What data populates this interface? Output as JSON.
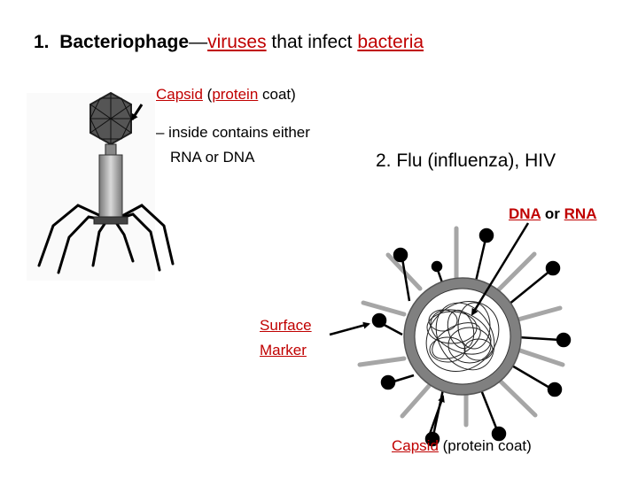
{
  "title": {
    "number": "1.",
    "word": "Bacteriophage",
    "dash": "—",
    "viruses": "viruses",
    "middle": " that infect ",
    "bacteria": "bacteria"
  },
  "capsid_label": {
    "capsid": "Capsid",
    "open": " (",
    "protein": "protein",
    "close": " coat)"
  },
  "inside_line1": "– inside contains either",
  "inside_line2": "RNA or DNA",
  "flu_heading": "2. Flu (influenza), HIV",
  "dna_label": {
    "dna": "DNA",
    "or": " or ",
    "rna": "RNA"
  },
  "surface_label": {
    "line1": "Surface",
    "line2": "Marker"
  },
  "capsid_bottom": {
    "capsid": "Capsid",
    "rest": " (protein coat)"
  },
  "colors": {
    "accent_red": "#c00000",
    "capsid_ring": "#7f7f7f"
  }
}
